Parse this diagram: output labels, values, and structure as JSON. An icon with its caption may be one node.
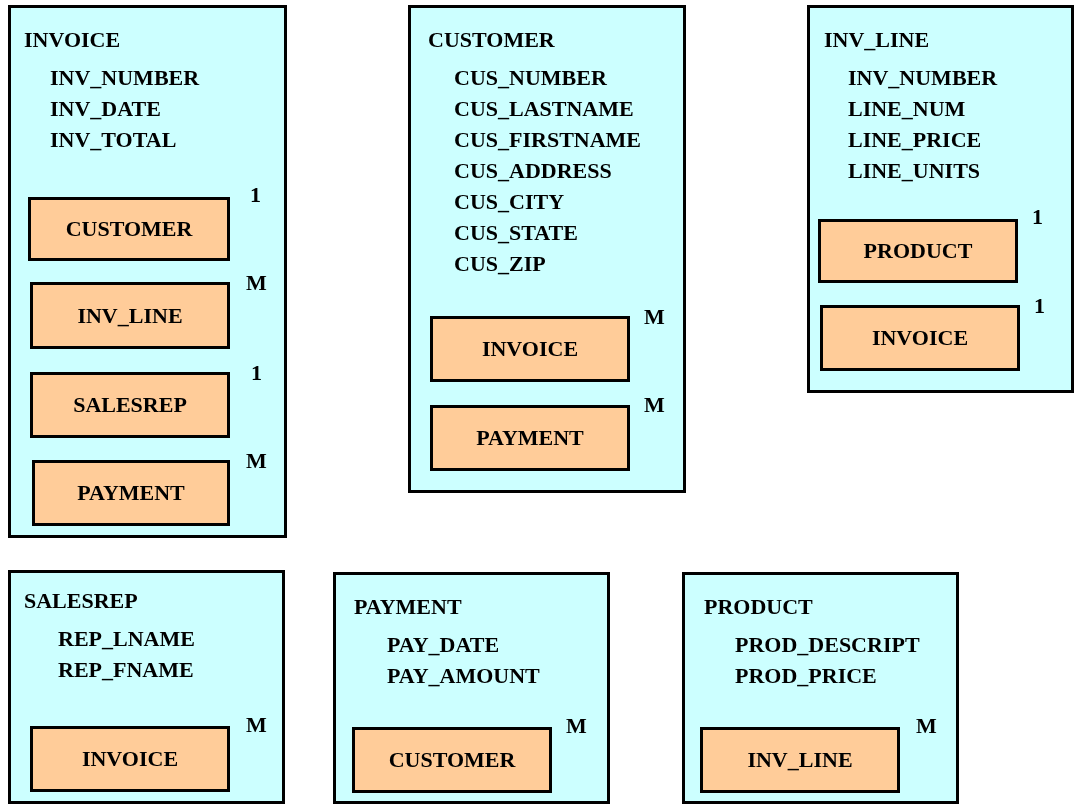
{
  "diagram": {
    "nodes": [
      {
        "text": [
          "INVOICE",
          "INV_NUMBER",
          "INV_DATE",
          "INV_TOTAL"
        ]
      },
      {
        "text": [
          "CUSTOMER"
        ],
        "in": 0,
        "beside": [
          "1"
        ]
      },
      {
        "text": [
          "INV_LINE"
        ],
        "in": 0,
        "beside": [
          "M"
        ]
      },
      {
        "text": [
          "SALESREP"
        ],
        "in": 0,
        "beside": [
          "1"
        ]
      },
      {
        "text": [
          "PAYMENT"
        ],
        "in": 0,
        "beside": [
          "M"
        ]
      },
      {
        "text": [
          "CUSTOMER",
          "CUS_NUMBER",
          "CUS_LASTNAME",
          "CUS_FIRSTNAME",
          "CUS_ADDRESS",
          "CUS_CITY",
          "CUS_STATE",
          "CUS_ZIP"
        ]
      },
      {
        "text": [
          "INVOICE"
        ],
        "in": 5,
        "beside": [
          "M"
        ]
      },
      {
        "text": [
          "PAYMENT"
        ],
        "in": 5,
        "beside": [
          "M"
        ]
      },
      {
        "text": [
          "INV_LINE",
          "INV_NUMBER",
          "LINE_NUM",
          "LINE_PRICE",
          "LINE_UNITS"
        ]
      },
      {
        "text": [
          "PRODUCT"
        ],
        "in": 8,
        "beside": [
          "1"
        ]
      },
      {
        "text": [
          "INVOICE"
        ],
        "in": 8,
        "beside": [
          "1"
        ]
      },
      {
        "text": [
          "SALESREP",
          "REP_LNAME",
          "REP_FNAME"
        ]
      },
      {
        "text": [
          "INVOICE"
        ],
        "in": 11,
        "beside": [
          "M"
        ]
      },
      {
        "text": [
          "PAYMENT",
          "PAY_DATE",
          "PAY_AMOUNT"
        ]
      },
      {
        "text": [
          "CUSTOMER"
        ],
        "in": 13,
        "beside": [
          "M"
        ]
      },
      {
        "text": [
          "PRODUCT",
          "PROD_DESCRIPT",
          "PROD_PRICE"
        ]
      },
      {
        "text": [
          "INV_LINE"
        ],
        "in": 15,
        "beside": [
          "M"
        ]
      }
    ]
  }
}
